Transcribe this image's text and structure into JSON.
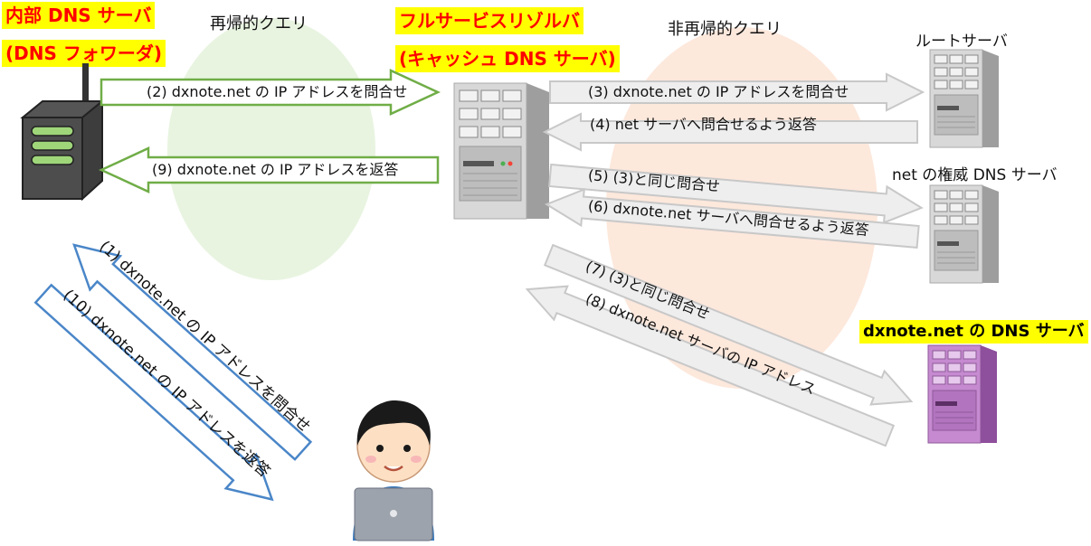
{
  "headings": {
    "forwarder_line1": "内部 DNS サーバ",
    "forwarder_line2": "(DNS フォワーダ)",
    "resolver_line1": "フルサービスリゾルバ",
    "resolver_line2": "(キャッシュ DNS サーバ)",
    "recursive": "再帰的クエリ",
    "non_recursive": "非再帰的クエリ",
    "root_server": "ルートサーバ",
    "net_server": "net の権威 DNS サーバ",
    "dxnote_server": "dxnote.net の DNS サーバ"
  },
  "steps": [
    "(1) dxnote.net の IP アドレスを問合せ",
    "(2) dxnote.net の IP アドレスを問合せ",
    "(3) dxnote.net の IP アドレスを問合せ",
    "(4) net サーバへ問合せるよう返答",
    "(5) (3)と同じ問合せ",
    "(6) dxnote.net サーバへ問合せるよう返答",
    "(7) (3)と同じ問合せ",
    "(8) dxnote.net サーバの IP アドレス",
    "(9) dxnote.net の IP アドレスを返答",
    "(10) dxnote.net の IP アドレスを返答"
  ],
  "colors": {
    "highlight": "#ffff00",
    "highlight_text": "#ff0000",
    "recursive_area": "#e8f4e0",
    "non_recursive_area": "#fde8dc",
    "green_arrow": "#70ad47",
    "blue_arrow": "#4a86c8",
    "grey_arrow": "#c8c8c8",
    "dxnote_server": "#b36cc2"
  },
  "icons": [
    "router-icon",
    "server-icon",
    "person-with-laptop-icon"
  ]
}
